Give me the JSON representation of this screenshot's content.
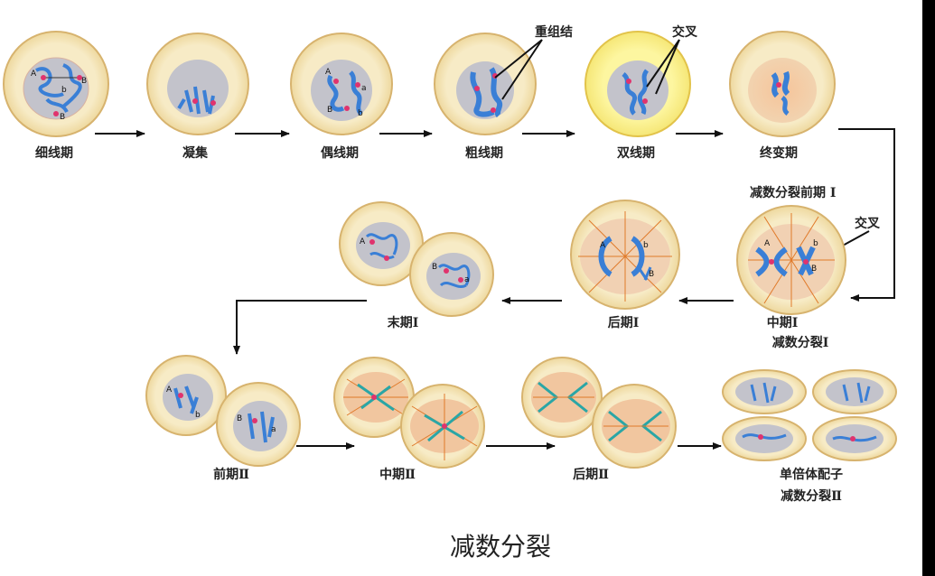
{
  "title": "减数分裂",
  "stages_row1": [
    "细线期",
    "凝集",
    "偶线期",
    "粗线期",
    "双线期",
    "终变期"
  ],
  "annotations": {
    "recombination_nodule": "重组结",
    "chiasma_top": "交叉",
    "chiasma_mid": "交叉"
  },
  "prophase1_label": "减数分裂前期 I",
  "stages_row2": [
    "末期Ⅰ",
    "后期Ⅰ",
    "中期Ⅰ"
  ],
  "meiosis1_label": "减数分裂Ⅰ",
  "stages_row3": [
    "前期Ⅱ",
    "中期Ⅱ",
    "后期Ⅱ",
    "单倍体配子"
  ],
  "meiosis2_label": "减数分裂Ⅱ",
  "allele_labels": [
    "A",
    "a",
    "b",
    "B"
  ],
  "colors": {
    "cell_fill": "#f5e6b8",
    "cell_border": "#d9b36a",
    "nucleus": "#bfbfc6",
    "nucleus_orange": "#f2b98a",
    "chromosome": "#3a7fd6",
    "centromere": "#e0336e",
    "arrow": "#111111",
    "yellow_cell": "#fbf28a",
    "spindle": "#e07a2a",
    "teal_chrom": "#2aa6a6"
  }
}
